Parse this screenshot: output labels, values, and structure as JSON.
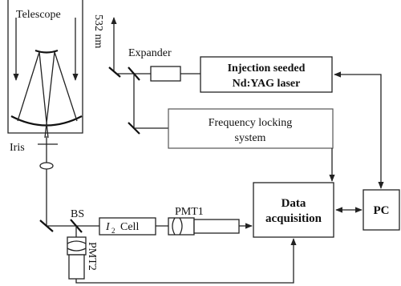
{
  "labels": {
    "telescope": "Telescope",
    "wavelength": "532 nm",
    "expander": "Expander",
    "laser_line1": "Injection seeded",
    "laser_line2": "Nd:YAG laser",
    "freq_line1": "Frequency locking",
    "freq_line2": "system",
    "iris": "Iris",
    "bs": "BS",
    "cell_symbol": "I",
    "cell_subscript": "2",
    "cell_word": "Cell",
    "pmt1": "PMT1",
    "pmt2": "PMT2",
    "data_line1": "Data",
    "data_line2": "acquisition",
    "pc": "PC"
  },
  "colors": {
    "line": "#222222",
    "freq_box": "#555555",
    "text": "#111111"
  }
}
